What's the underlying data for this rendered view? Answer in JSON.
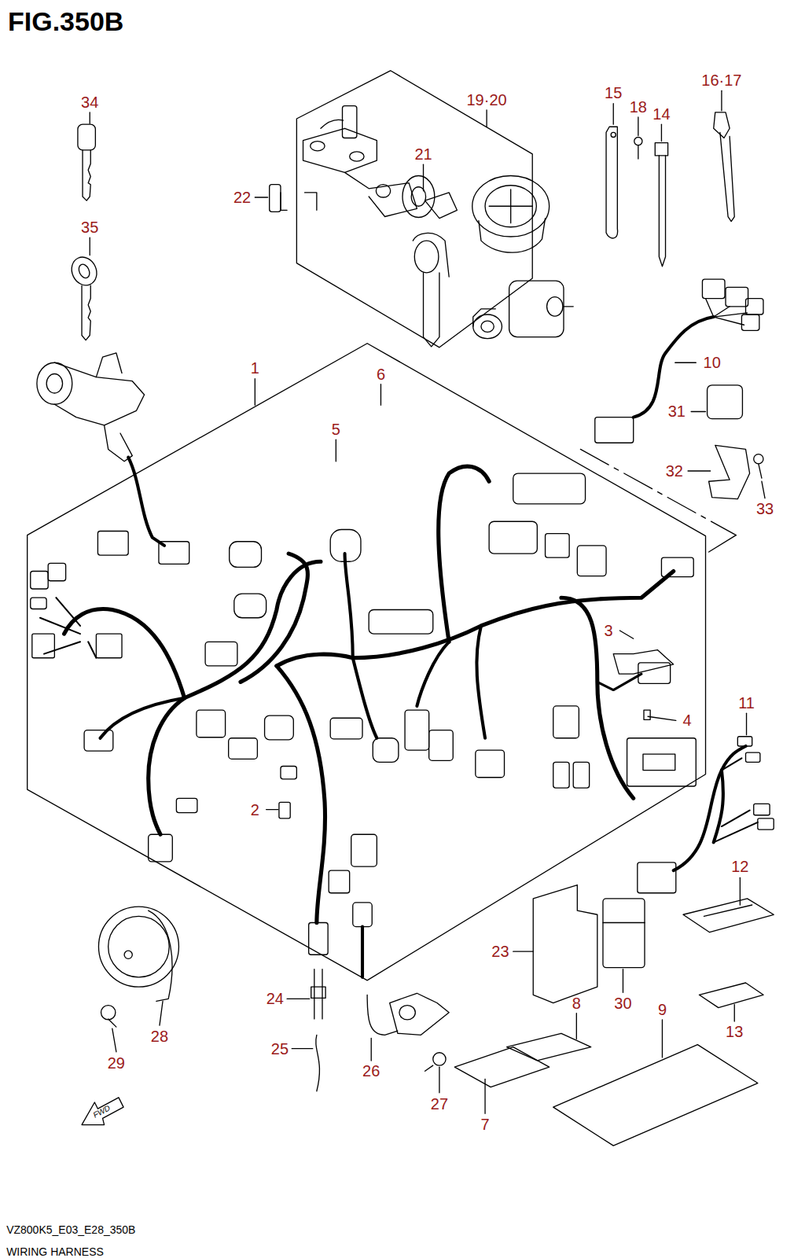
{
  "diagram": {
    "title": "FIG.350B",
    "caption": "WIRING HARNESS",
    "labels": [
      "34",
      "35",
      "19·20",
      "21",
      "22",
      "15",
      "18",
      "14",
      "16·17",
      "1",
      "6",
      "5",
      "10",
      "31",
      "32",
      "33",
      "3",
      "4",
      "11",
      "2",
      "12",
      "23",
      "8",
      "30",
      "9",
      "24",
      "25",
      "26",
      "27",
      "7",
      "13",
      "28",
      "29",
      "FWD",
      "VZ800K5_E03_E28_350B"
    ]
  }
}
